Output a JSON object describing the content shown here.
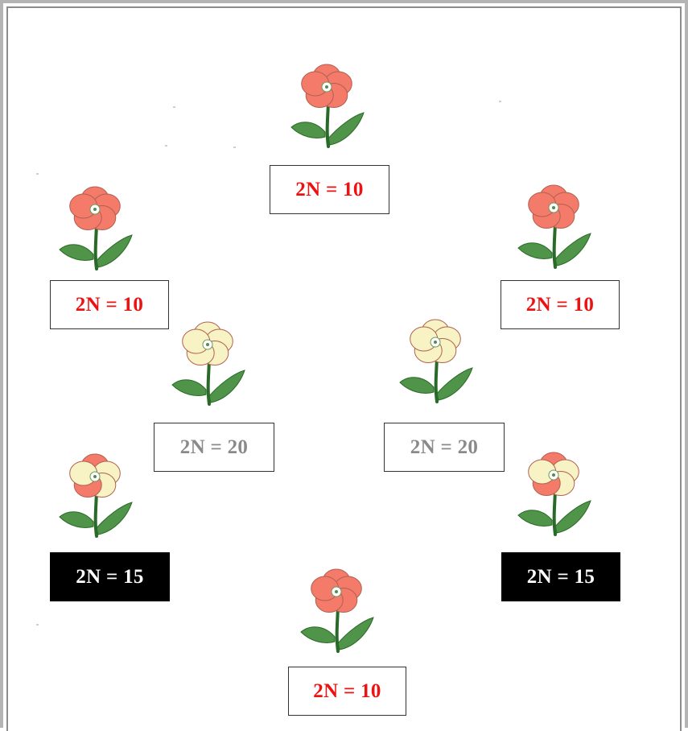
{
  "colors": {
    "red_petal": "#f47a6a",
    "cream_petal": "#f7f3c4",
    "leaf": "#4f9448",
    "stem": "#2a6a28",
    "red_text": "#ee1111",
    "grey_text": "#8a8a8a",
    "dark_box": "#000000"
  },
  "flowers": [
    {
      "id": "top",
      "petals": "red"
    },
    {
      "id": "left-upper",
      "petals": "red"
    },
    {
      "id": "right-upper",
      "petals": "red"
    },
    {
      "id": "center-left",
      "petals": "cream"
    },
    {
      "id": "center-right",
      "petals": "cream"
    },
    {
      "id": "left-lower",
      "petals": "mixed"
    },
    {
      "id": "right-lower",
      "petals": "mixed"
    },
    {
      "id": "bottom",
      "petals": "red"
    }
  ],
  "labels": {
    "top": "2N = 10",
    "left_upper": "2N = 10",
    "right_upper": "2N = 10",
    "center_left": "2N = 20",
    "center_right": "2N = 20",
    "left_lower": "2N = 15",
    "right_lower": "2N = 15",
    "bottom": "2N = 10"
  }
}
